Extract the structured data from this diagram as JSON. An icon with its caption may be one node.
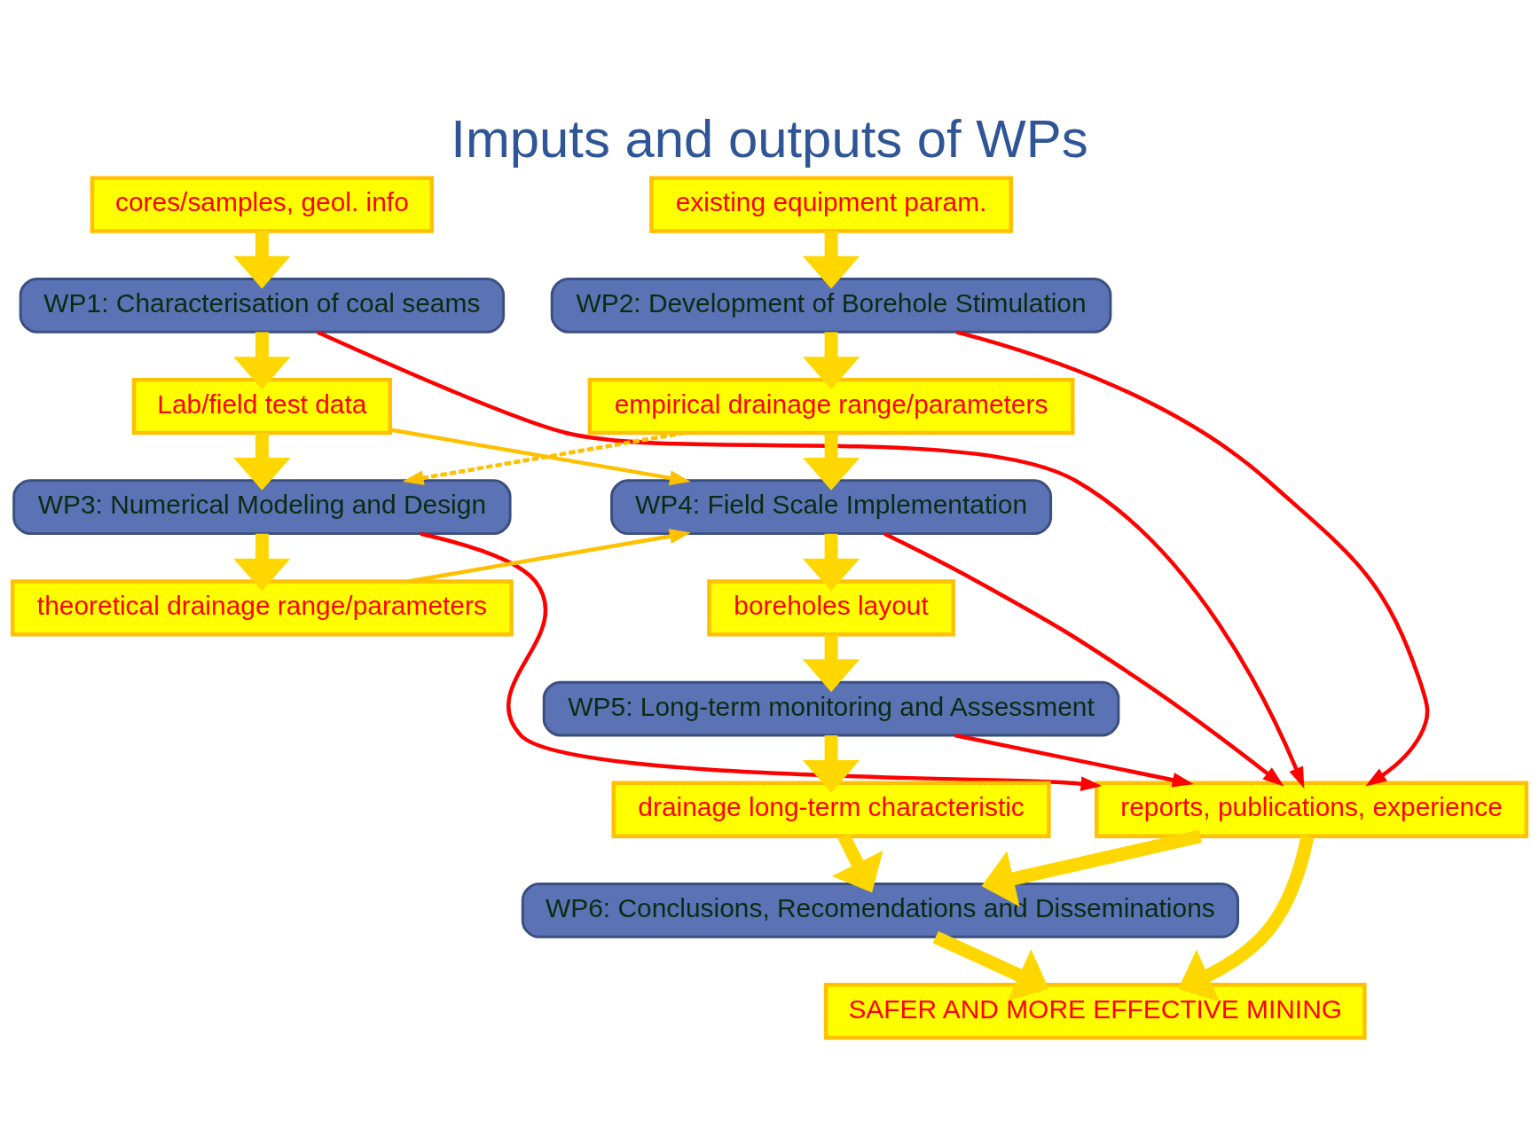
{
  "diagram": {
    "title": "Imputs and outputs of WPs",
    "nodes": [
      {
        "text": [
          "cores/samples, geol. info"
        ]
      },
      {
        "text": [
          "existing equipment param."
        ]
      },
      {
        "text": [
          "WP1: Characterisation of coal seams"
        ]
      },
      {
        "text": [
          "WP2: Development of Borehole Stimulation"
        ]
      },
      {
        "text": [
          "Lab/field test data"
        ]
      },
      {
        "text": [
          "empirical drainage range/parameters"
        ]
      },
      {
        "text": [
          "WP3: Numerical Modeling and Design"
        ]
      },
      {
        "text": [
          "WP4: Field Scale Implementation"
        ]
      },
      {
        "text": [
          "theoretical drainage range/parameters"
        ]
      },
      {
        "text": [
          "boreholes layout"
        ]
      },
      {
        "text": [
          "WP5: Long-term monitoring and Assessment"
        ]
      },
      {
        "text": [
          "reports, publications, experience"
        ]
      },
      {
        "text": [
          "drainage long-term characteristic"
        ]
      },
      {
        "text": [
          "WP6: Conclusions, Recomendations and Disseminations"
        ]
      },
      {
        "text": [
          "SAFER AND MORE EFFECTIVE MINING"
        ]
      }
    ],
    "edges": [
      {
        "from": 0,
        "to": 2,
        "arrow": "to"
      },
      {
        "from": 2,
        "to": 4,
        "arrow": "to"
      },
      {
        "from": 4,
        "to": 6,
        "arrow": "to"
      },
      {
        "from": 6,
        "to": 8,
        "arrow": "to"
      },
      {
        "from": 1,
        "to": 3,
        "arrow": "to"
      },
      {
        "from": 3,
        "to": 5,
        "arrow": "to"
      },
      {
        "from": 5,
        "to": 7,
        "arrow": "to"
      },
      {
        "from": 7,
        "to": 9,
        "arrow": "to"
      },
      {
        "from": 9,
        "to": 10,
        "arrow": "to"
      },
      {
        "from": 10,
        "to": 12,
        "arrow": "to"
      },
      {
        "from": 12,
        "to": 13,
        "arrow": "to"
      },
      {
        "from": 11,
        "to": 13,
        "arrow": "to"
      },
      {
        "from": 11,
        "to": 14,
        "arrow": "to"
      },
      {
        "from": 13,
        "to": 14,
        "arrow": "to"
      },
      {
        "from": 4,
        "to": 7,
        "arrow": "to",
        "color": "#ffc000"
      },
      {
        "from": 8,
        "to": 7,
        "arrow": "to",
        "color": "#ffc000"
      },
      {
        "from": 5,
        "to": 6,
        "arrow": "to",
        "style": "dashed",
        "color": "#ffc000"
      },
      {
        "from": 2,
        "to": 11,
        "arrow": "to",
        "color": "#ff0000"
      },
      {
        "from": 6,
        "to": 11,
        "arrow": "to",
        "color": "#ff0000"
      },
      {
        "from": 3,
        "to": 11,
        "arrow": "to",
        "color": "#ff0000"
      },
      {
        "from": 7,
        "to": 11,
        "arrow": "to",
        "color": "#ff0000"
      },
      {
        "from": 10,
        "to": 11,
        "arrow": "to",
        "color": "#ff0000"
      }
    ]
  }
}
